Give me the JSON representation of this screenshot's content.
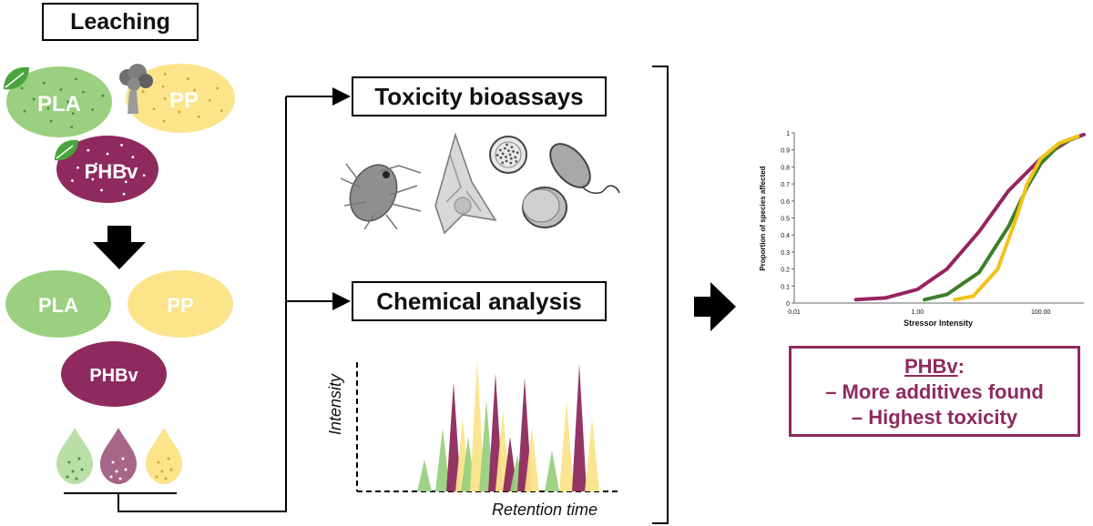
{
  "leaching_label": "Leaching",
  "polymers_before": [
    {
      "label": "PLA",
      "color": "#9ad07f",
      "icon": "leaf-icon"
    },
    {
      "label": "PP",
      "color": "#fbe48a",
      "icon": "factory-smoke-icon"
    },
    {
      "label": "PHBv",
      "color": "#8e2a5e",
      "icon": "leaf-icon"
    }
  ],
  "polymers_after": [
    {
      "label": "PLA",
      "color": "#9ad07f"
    },
    {
      "label": "PP",
      "color": "#fbe48a"
    },
    {
      "label": "PHBv",
      "color": "#8e2a5e"
    }
  ],
  "leachate_drops": [
    {
      "polymer": "PLA",
      "color": "#b9dfa6"
    },
    {
      "polymer": "PHBv",
      "color": "#a66688"
    },
    {
      "polymer": "PP",
      "color": "#fbe48a"
    }
  ],
  "bioassay_label": "Toxicity bioassays",
  "chemical_label": "Chemical analysis",
  "chromatogram": {
    "ylabel": "Intensity",
    "xlabel": "Retention time"
  },
  "colors": {
    "pla": "#9ad07f",
    "pp": "#fbe48a",
    "phbv": "#8e2a5e",
    "pla_curve": "#3f7f2a",
    "pp_curve": "#f2c21a",
    "phbv_curve": "#96245f"
  },
  "chart_data": {
    "type": "line",
    "xlabel": "Stressor Intensity",
    "ylabel": "Proportion of species affected",
    "xscale": "log",
    "xlim": [
      0.01,
      500
    ],
    "ylim": [
      0,
      1
    ],
    "xticks": [
      "0.01",
      "1.00",
      "100.00"
    ],
    "yticks": [
      "0",
      "0.1",
      "0.2",
      "0.3",
      "0.4",
      "0.5",
      "0.6",
      "0.7",
      "0.8",
      "0.9",
      "1"
    ],
    "series": [
      {
        "polymer": "PHBv",
        "color": "#96245f",
        "x": [
          0.1,
          0.3,
          1,
          3,
          10,
          30,
          100,
          300,
          500
        ],
        "y": [
          0.02,
          0.03,
          0.08,
          0.2,
          0.42,
          0.66,
          0.85,
          0.96,
          0.99
        ]
      },
      {
        "polymer": "PLA",
        "color": "#3f7f2a",
        "x": [
          1.3,
          3,
          10,
          30,
          60,
          100,
          200,
          400
        ],
        "y": [
          0.02,
          0.05,
          0.18,
          0.45,
          0.68,
          0.82,
          0.93,
          0.98
        ]
      },
      {
        "polymer": "PP",
        "color": "#f2c21a",
        "x": [
          4,
          8,
          20,
          40,
          60,
          100,
          200,
          400
        ],
        "y": [
          0.02,
          0.04,
          0.2,
          0.5,
          0.7,
          0.85,
          0.94,
          0.98
        ]
      }
    ]
  },
  "result": {
    "heading": "PHBv",
    "heading_suffix": ":",
    "lines": [
      "– More additives found",
      "– Highest toxicity"
    ]
  }
}
